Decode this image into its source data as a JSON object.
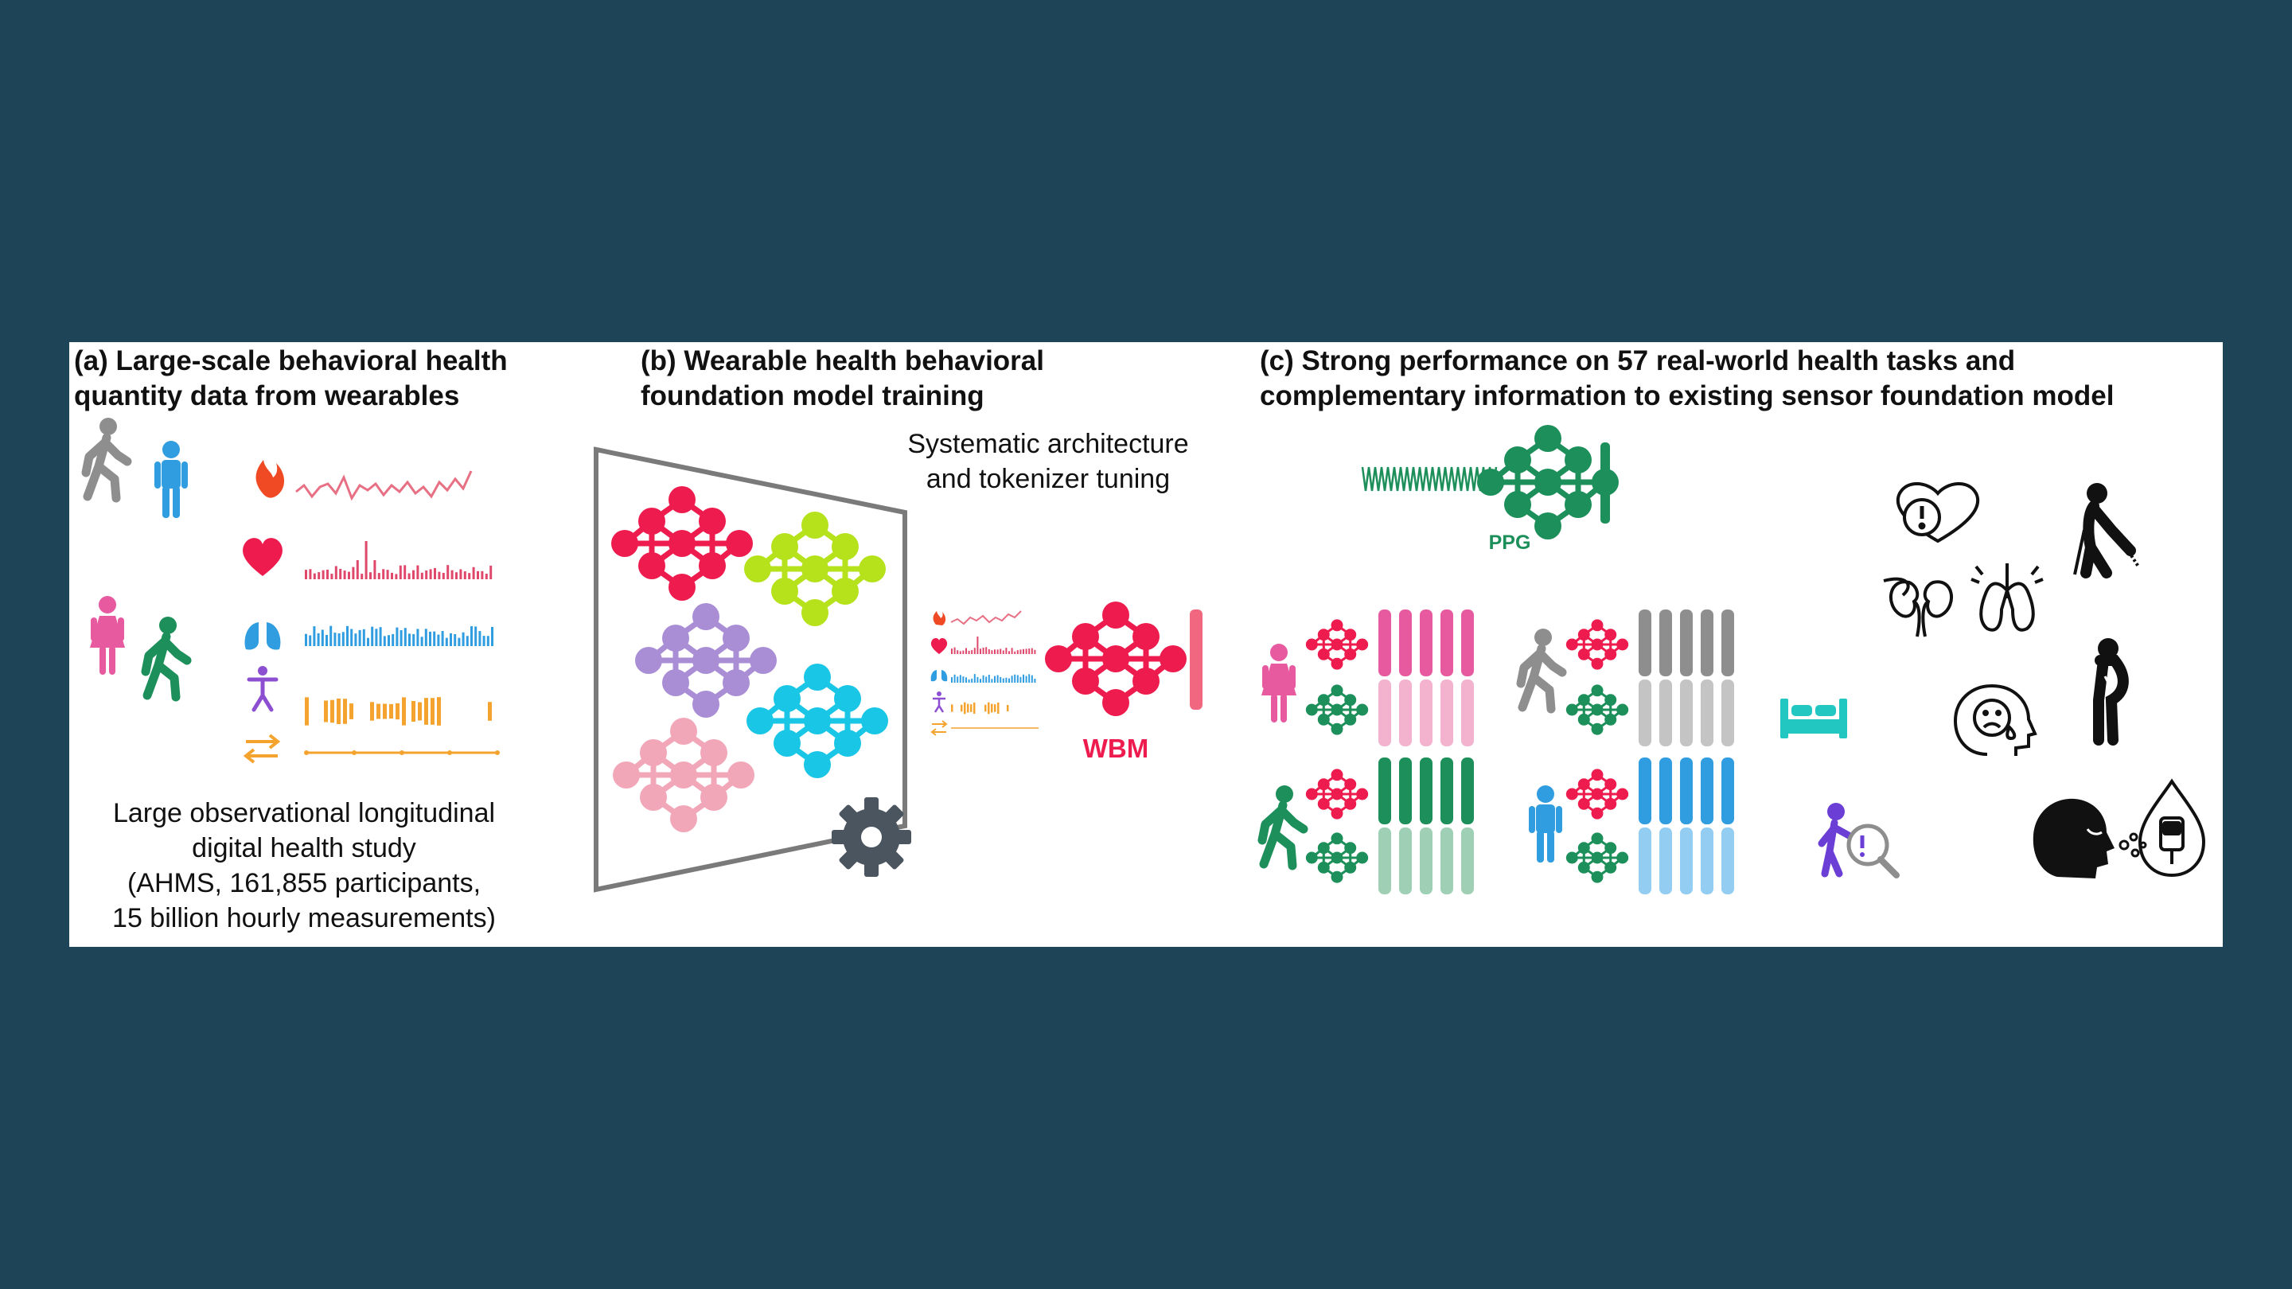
{
  "panel_a": {
    "title_line1": "(a) Large-scale behavioral health",
    "title_line2": "quantity data  from wearables",
    "caption_line1": "Large observational longitudinal",
    "caption_line2": "digital health study",
    "caption_line3": "(AHMS, 161,855 participants,",
    "caption_line4": "15 billion hourly measurements)"
  },
  "panel_b": {
    "title_line1": "(b) Wearable health behavioral",
    "title_line2": "foundation model training",
    "note_line1": "Systematic architecture",
    "note_line2": "and tokenizer tuning",
    "model_label": "WBM"
  },
  "panel_c": {
    "title_line1": "(c) Strong performance on 57 real-world health tasks and",
    "title_line2": "complementary information to existing sensor foundation model",
    "signal_label": "PPG"
  },
  "colors": {
    "background": "#1e4557",
    "red": "#ee1c4e",
    "lime": "#b5e21a",
    "purple": "#a98ed6",
    "cyan": "#19c6e6",
    "pink": "#f2a7b9",
    "green": "#1d8f5a",
    "gray": "#8e8e8e",
    "blue": "#2f9de0",
    "orange": "#f4a32e"
  },
  "icons": [
    "walking-person-icon",
    "standing-person-icon",
    "woman-icon",
    "flame-icon",
    "heart-icon",
    "lungs-icon",
    "activity-person-icon",
    "arrows-icon",
    "gear-icon",
    "heart-alert-icon",
    "kidneys-icon",
    "lungs-outline-icon",
    "cane-person-icon",
    "bed-icon",
    "sad-head-icon",
    "pregnant-person-icon",
    "person-search-icon",
    "coughing-head-icon",
    "glucose-drop-icon"
  ]
}
